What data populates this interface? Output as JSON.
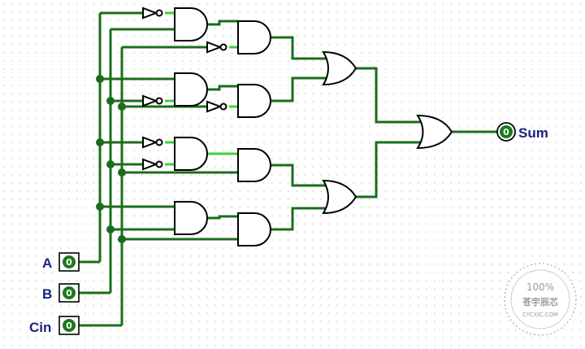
{
  "inputs": [
    {
      "label": "A",
      "value": "0"
    },
    {
      "label": "B",
      "value": "0"
    },
    {
      "label": "Cin",
      "value": "0"
    }
  ],
  "output": {
    "label": "Sum",
    "value": "0"
  },
  "watermark": {
    "percent": "100%",
    "cn_text": "苍宇辰芯",
    "domain": "CYCXIC.COM"
  },
  "colors": {
    "wire": "#1b6d1b",
    "wire_active": "#3bd23b",
    "label": "#1a237e",
    "grid_dot": "#c8c8c8"
  },
  "gates": {
    "not": 6,
    "and2": 4,
    "and3": 4,
    "or2": 2,
    "or_final": 1
  }
}
